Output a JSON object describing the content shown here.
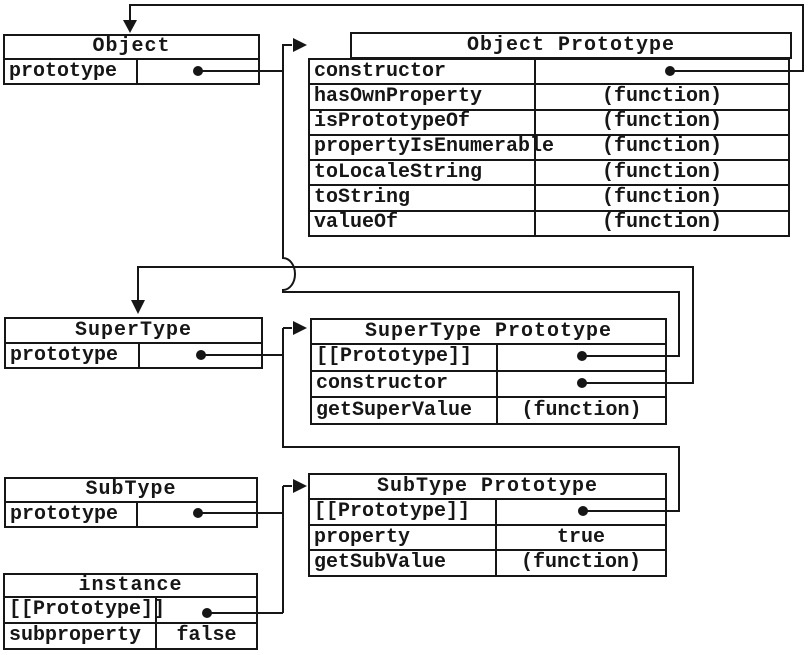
{
  "colors": {
    "ink": "#161616",
    "paper": "#ffffff"
  },
  "boxes": {
    "object": {
      "title": "Object",
      "rows": [
        {
          "name": "prototype",
          "value": "",
          "pointer": true
        }
      ]
    },
    "object_prototype": {
      "title": "Object Prototype",
      "rows": [
        {
          "name": "constructor",
          "value": "",
          "pointer": true
        },
        {
          "name": "hasOwnProperty",
          "value": "(function)",
          "pointer": false
        },
        {
          "name": "isPrototypeOf",
          "value": "(function)",
          "pointer": false
        },
        {
          "name": "propertyIsEnumerable",
          "value": "(function)",
          "pointer": false
        },
        {
          "name": "toLocaleString",
          "value": "(function)",
          "pointer": false
        },
        {
          "name": "toString",
          "value": "(function)",
          "pointer": false
        },
        {
          "name": "valueOf",
          "value": "(function)",
          "pointer": false
        }
      ]
    },
    "supertype": {
      "title": "SuperType",
      "rows": [
        {
          "name": "prototype",
          "value": "",
          "pointer": true
        }
      ]
    },
    "supertype_prototype": {
      "title": "SuperType Prototype",
      "rows": [
        {
          "name": "[[Prototype]]",
          "value": "",
          "pointer": true
        },
        {
          "name": "constructor",
          "value": "",
          "pointer": true
        },
        {
          "name": "getSuperValue",
          "value": "(function)",
          "pointer": false
        }
      ]
    },
    "subtype": {
      "title": "SubType",
      "rows": [
        {
          "name": "prototype",
          "value": "",
          "pointer": true
        }
      ]
    },
    "subtype_prototype": {
      "title": "SubType Prototype",
      "rows": [
        {
          "name": "[[Prototype]]",
          "value": "",
          "pointer": true
        },
        {
          "name": "property",
          "value": "true",
          "pointer": false
        },
        {
          "name": "getSubValue",
          "value": "(function)",
          "pointer": false
        }
      ]
    },
    "instance": {
      "title": "instance",
      "rows": [
        {
          "name": "[[Prototype]]",
          "value": "",
          "pointer": true
        },
        {
          "name": "subproperty",
          "value": "false",
          "pointer": false
        }
      ]
    }
  },
  "connections": [
    {
      "from": "Object.prototype",
      "to": "Object Prototype"
    },
    {
      "from": "Object Prototype.constructor",
      "to": "Object"
    },
    {
      "from": "SuperType.prototype",
      "to": "SuperType Prototype"
    },
    {
      "from": "SuperType Prototype.[[Prototype]]",
      "to": "Object Prototype"
    },
    {
      "from": "SuperType Prototype.constructor",
      "to": "SuperType"
    },
    {
      "from": "SubType.prototype",
      "to": "SubType Prototype"
    },
    {
      "from": "SubType Prototype.[[Prototype]]",
      "to": "SuperType Prototype"
    },
    {
      "from": "instance.[[Prototype]]",
      "to": "SubType Prototype"
    }
  ]
}
